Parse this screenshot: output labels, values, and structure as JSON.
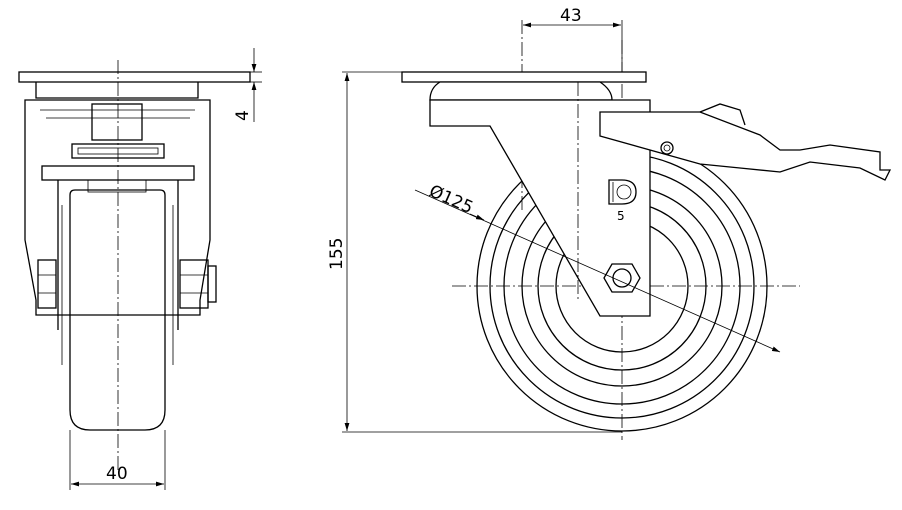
{
  "drawing": {
    "dimensions": {
      "plate_thickness": "4",
      "wheel_width": "40",
      "offset": "43",
      "overall_height": "155",
      "wheel_diameter": "Ø125"
    },
    "logo": {
      "letter": "D",
      "number": "5"
    },
    "colors": {
      "line": "#000000",
      "background": "#ffffff"
    }
  }
}
